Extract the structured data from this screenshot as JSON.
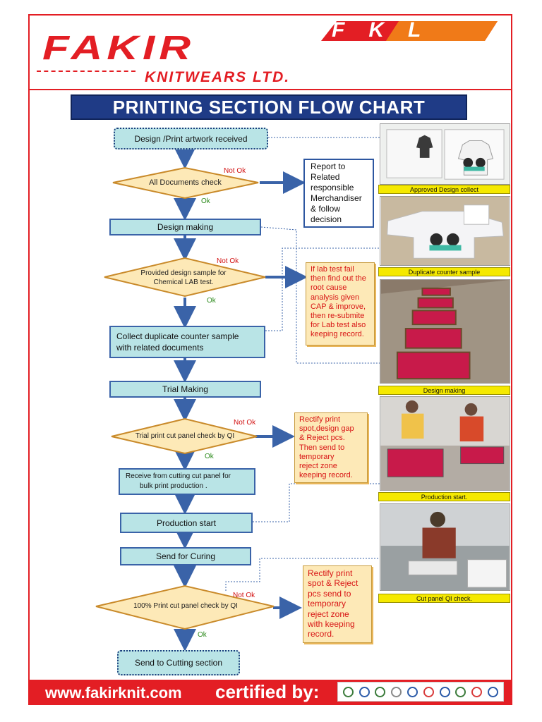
{
  "brand": {
    "badge": "FKL",
    "name": "FAKIR",
    "subtitle": "KNITWEARS LTD."
  },
  "title": "PRINTING SECTION FLOW CHART",
  "flow": {
    "design_received": "Design /Print artwork received",
    "all_documents_check": "All Documents check",
    "design_making": "Design making",
    "design_sample_line1": "Provided design sample for",
    "design_sample_line2": "Chemical LAB test.",
    "collect_line1": "Collect duplicate counter sample",
    "collect_line2": "with related documents",
    "trial_making": "Trial Making",
    "trial_check": "Trial print cut panel check by QI",
    "receive_line1": "Receive from cutting  cut panel   for",
    "receive_line2": "bulk print production  .",
    "production_start": "Production start",
    "send_curing": "Send for Curing",
    "full_check": "100% Print cut panel check by QI",
    "send_cutting": "Send to Cutting section"
  },
  "labels": {
    "not_ok": "Not Ok",
    "ok": "Ok"
  },
  "report": [
    "Report to",
    "Related",
    "responsible",
    "Merchandiser",
    "& follow",
    "decision"
  ],
  "notes": {
    "lab": [
      "If  lab test  fail",
      "then find out the",
      "root cause",
      "analysis given",
      "CAP & improve,",
      "then re-submite",
      "for Lab test  also",
      "keeping record."
    ],
    "trial": [
      "Rectify print",
      "spot,design gap",
      "& Reject    pcs.",
      "Then  send to",
      "temporary",
      "reject zone",
      "keeping record."
    ],
    "final": [
      "Rectify print",
      "spot & Reject",
      "pcs send to",
      "temporary",
      "reject zone",
      "with keeping",
      "record."
    ]
  },
  "photos": {
    "p1": "Approved Design collect",
    "p2": "Duplicate counter sample",
    "p3": "Design making",
    "p4": "Production start.",
    "p5": "Cut panel QI check."
  },
  "footer": {
    "website": "www.fakirknit.com",
    "certified": "certified by:"
  },
  "colors": {
    "brand_red": "#e31e24",
    "title_blue": "#1f3b86",
    "box_fill": "#b9e4e6",
    "diamond_fill": "#fde9b7",
    "caption_yellow": "#f5e900"
  }
}
